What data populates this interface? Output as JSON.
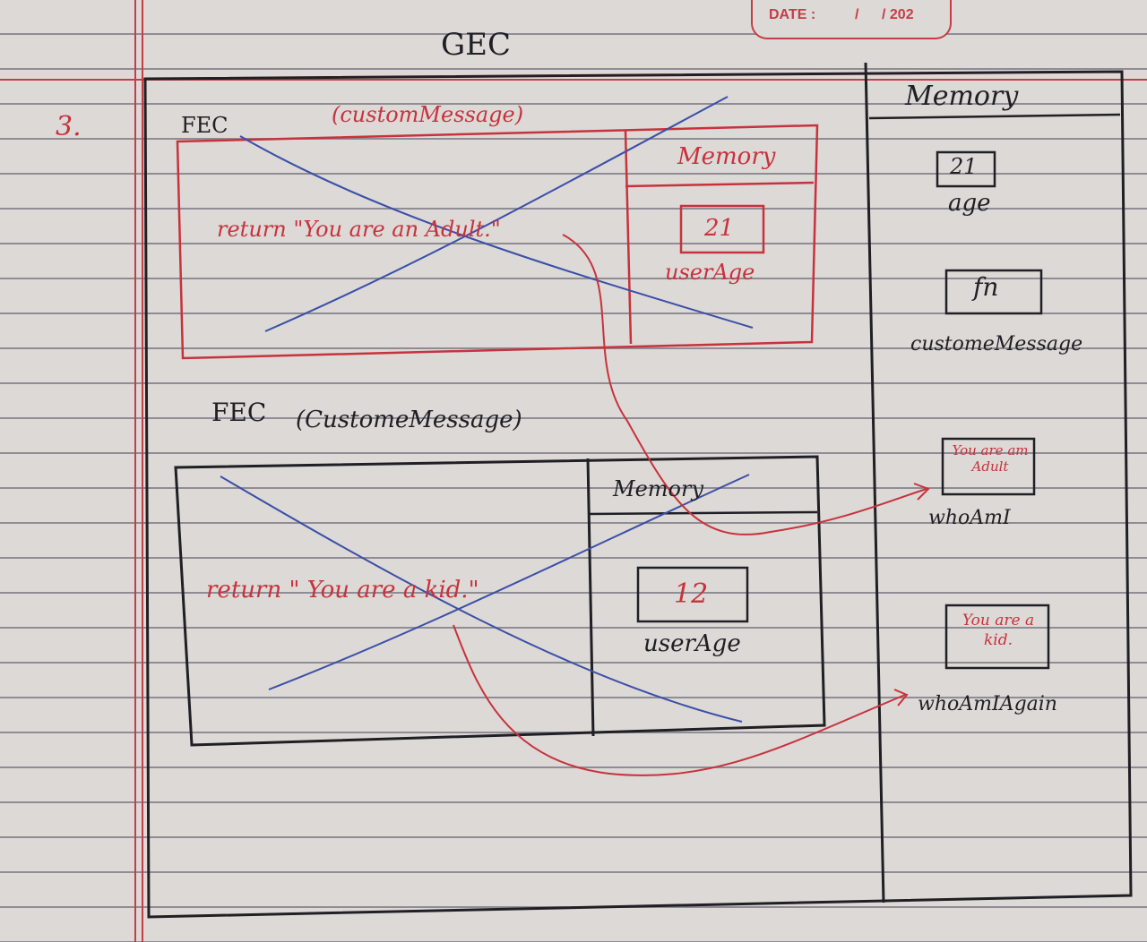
{
  "header": {
    "date_label": "DATE :",
    "date_sep": "/",
    "date_year": "/ 202"
  },
  "diagram": {
    "step_number": "3.",
    "gec_title": "GEC",
    "gec_memory": {
      "title": "Memory",
      "items": [
        {
          "value": "21",
          "label": "age"
        },
        {
          "value": "fn",
          "label": "customeMessage"
        },
        {
          "value": "You are am Adult",
          "label": "whoAmI"
        },
        {
          "value": "You are a kid.",
          "label": "whoAmIAgain"
        }
      ]
    },
    "fec1": {
      "label": "FEC",
      "name": "(customMessage)",
      "code": "return \"You are an Adult.\"",
      "memory_title": "Memory",
      "memory_value": "21",
      "memory_label": "userAge"
    },
    "fec2": {
      "label": "FEC",
      "name": "(CustomeMessage)",
      "code": "return \" You are a kid.\"",
      "memory_title": "Memory",
      "memory_value": "12",
      "memory_label": "userAge"
    }
  },
  "colors": {
    "ink_dark": "#1f1f24",
    "ink_red": "#c8323d",
    "ink_blue": "#3b4fa8",
    "margin_red": "#c73c48"
  }
}
